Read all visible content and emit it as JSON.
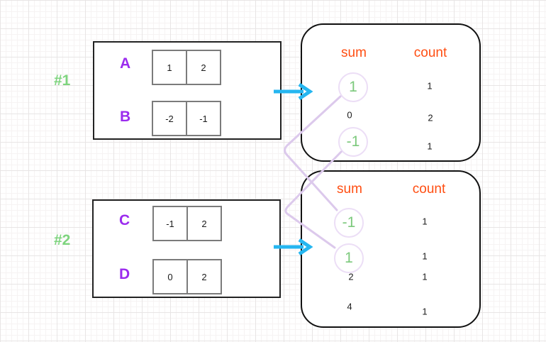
{
  "examples": [
    {
      "tag": "#1",
      "arrays": [
        {
          "name": "A",
          "values": [
            "1",
            "2"
          ]
        },
        {
          "name": "B",
          "values": [
            "-2",
            "-1"
          ]
        }
      ],
      "arrow": "right-arrow",
      "table": {
        "sum_header": "sum",
        "count_header": "count",
        "rows": [
          {
            "sum": "1",
            "count": "1",
            "highlighted": true
          },
          {
            "sum": "0",
            "count": "2",
            "highlighted": false
          },
          {
            "sum": "-1",
            "count": "1",
            "highlighted": true
          }
        ]
      }
    },
    {
      "tag": "#2",
      "arrays": [
        {
          "name": "C",
          "values": [
            "-1",
            "2"
          ]
        },
        {
          "name": "D",
          "values": [
            "0",
            "2"
          ]
        }
      ],
      "arrow": "right-arrow",
      "table": {
        "sum_header": "sum",
        "count_header": "count",
        "rows": [
          {
            "sum": "-1",
            "count": "1",
            "highlighted": true
          },
          {
            "sum": "1",
            "count": "1",
            "highlighted": true
          },
          {
            "sum": "2",
            "count": "1",
            "highlighted": false
          },
          {
            "sum": "4",
            "count": "1",
            "highlighted": false
          }
        ]
      }
    }
  ],
  "connections": [
    {
      "from_example": "#1",
      "from_sum": "1",
      "to_example": "#2",
      "to_sum": "-1"
    },
    {
      "from_example": "#1",
      "from_sum": "-1",
      "to_example": "#2",
      "to_sum": "1"
    }
  ],
  "colors": {
    "label_purple": "#9b2bee",
    "tag_green": "#7ed47e",
    "header_orange": "#ff4e12",
    "value_green": "#7cc97c",
    "arrow_cyan": "#25b6f0",
    "connector_lavender": "#dcc9ec",
    "circle_stroke": "#ecdef6",
    "cell_border": "#7b7b7b"
  }
}
